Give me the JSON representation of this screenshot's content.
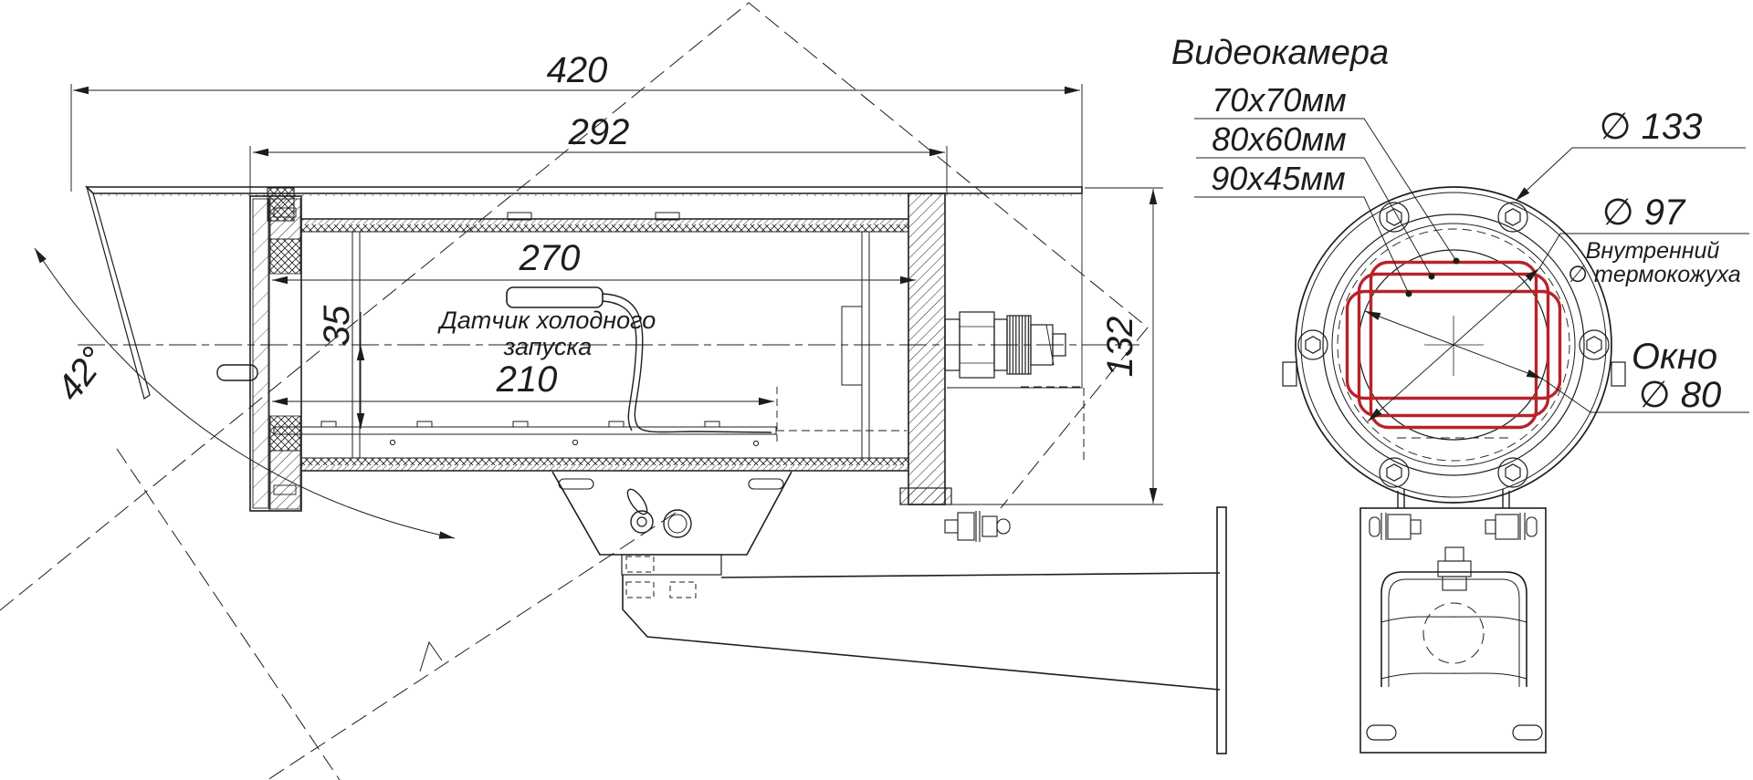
{
  "colors": {
    "line": "#1d1d1d",
    "red": "#b8232a",
    "background": "#ffffff"
  },
  "side_view": {
    "dim_overall_length": "420",
    "dim_housing_length": "292",
    "dim_inner_length": "270",
    "dim_rail_length": "210",
    "dim_axis_offset": "35",
    "dim_height": "132",
    "dim_tilt_angle": "42°",
    "sensor_label_line1": "Датчик холодного",
    "sensor_label_line2": "запуска"
  },
  "front_view": {
    "camera_label": "Видеокамера",
    "camera_sizes": [
      "70x70мм",
      "80x60мм",
      "90x45мм"
    ],
    "dim_flange_diameter": "∅ 133",
    "dim_inner_diameter": "∅ 97",
    "inner_note_line1": "Внутренний",
    "inner_note_line2": "∅ термокожуха",
    "window_label": "Окно",
    "window_diameter": "∅ 80"
  }
}
